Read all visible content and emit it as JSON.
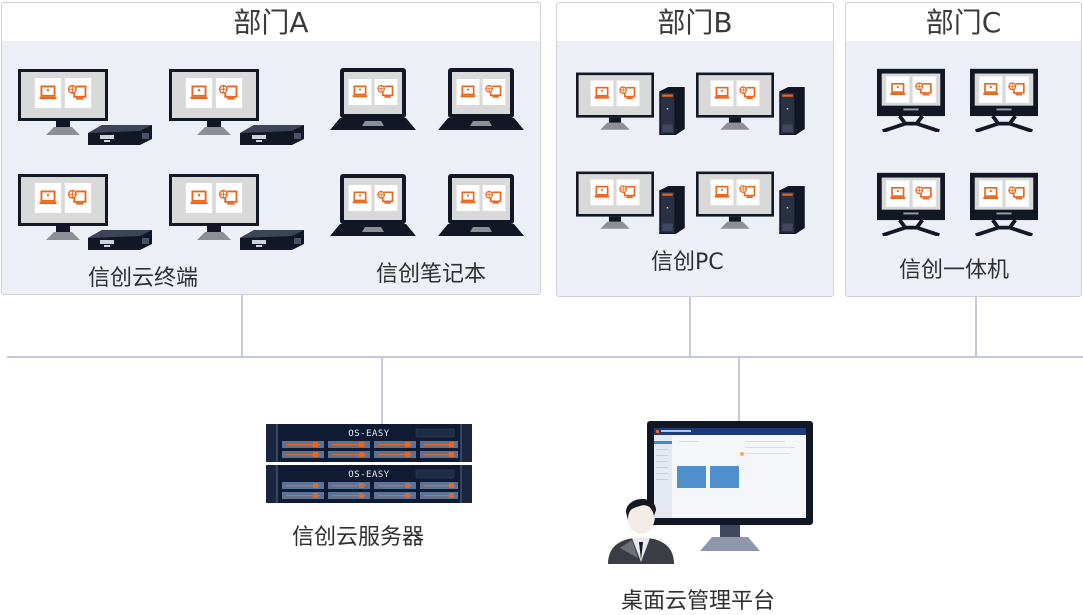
{
  "departments": [
    {
      "title": "部门A",
      "groups": [
        {
          "label": "信创云终端",
          "device": "thin-client",
          "count": 4
        },
        {
          "label": "信创笔记本",
          "device": "laptop",
          "count": 4
        }
      ]
    },
    {
      "title": "部门B",
      "groups": [
        {
          "label": "信创PC",
          "device": "desktop-pc",
          "count": 4
        }
      ]
    },
    {
      "title": "部门C",
      "groups": [
        {
          "label": "信创一体机",
          "device": "all-in-one",
          "count": 4
        }
      ]
    }
  ],
  "server": {
    "label": "信创云服务器",
    "brand": "OS-EASY",
    "units": 2
  },
  "management": {
    "label": "桌面云管理平台"
  },
  "colors": {
    "accent": "#e8661e",
    "device_dark": "#121726",
    "screen_gray": "#d9d9d9",
    "panel_bg": "#eceff6",
    "connector": "#c3c9d8"
  }
}
